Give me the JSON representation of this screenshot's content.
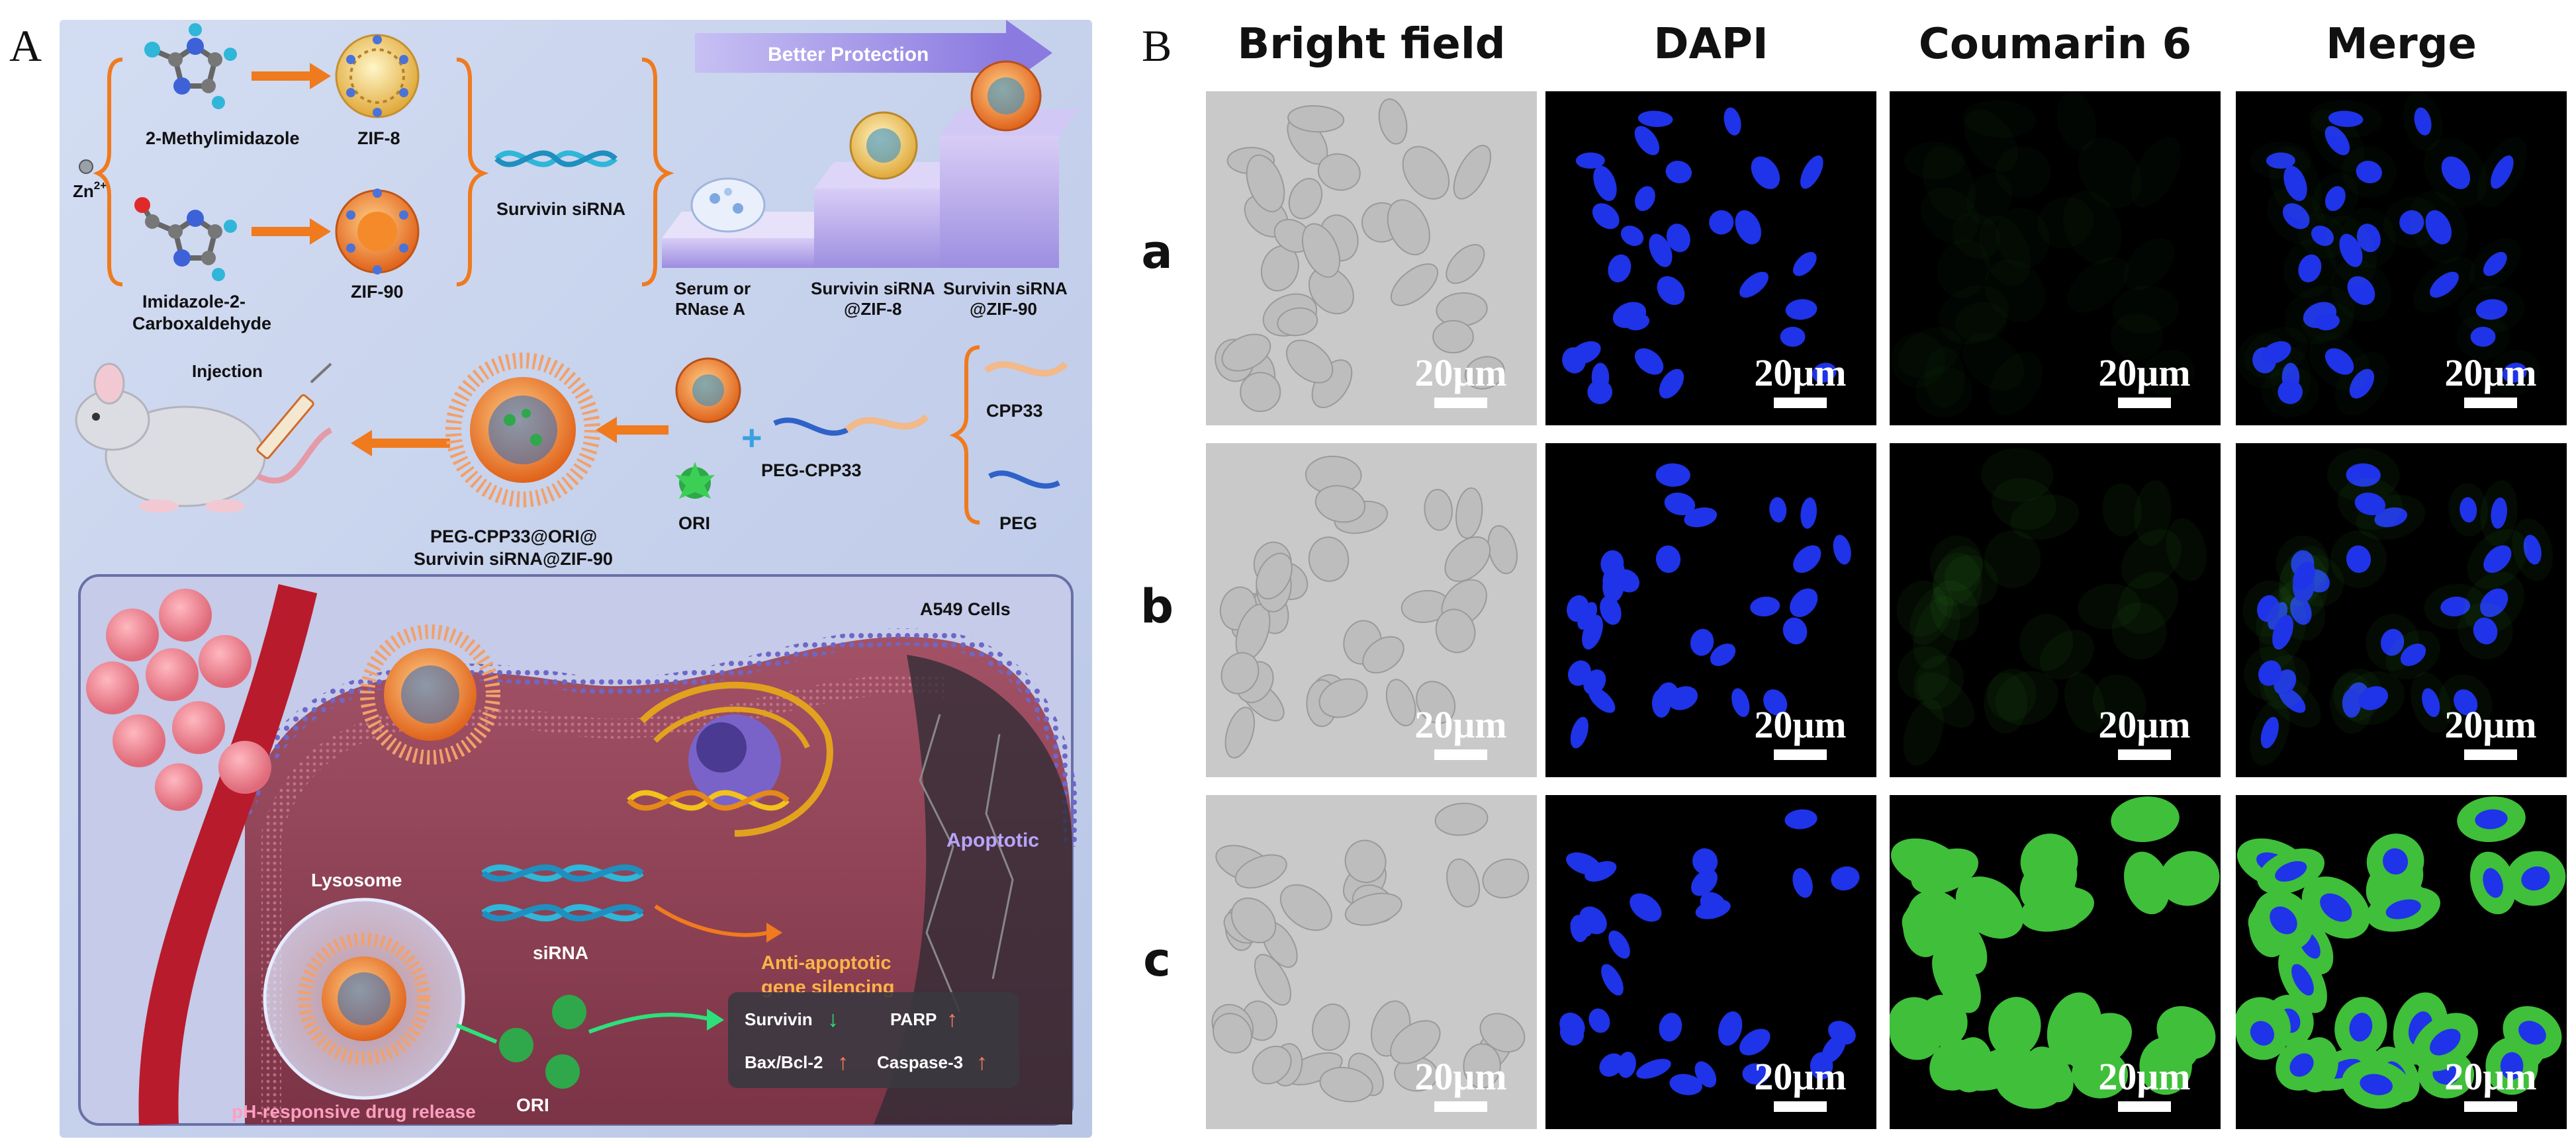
{
  "figure": {
    "panel_a_letter": "A",
    "panel_b_letter": "B",
    "scheme": {
      "zn": "Zn",
      "zn_sup": "2+",
      "ligand1": "2-Methylimidazole",
      "ligand2_line1": "Imidazole-2-",
      "ligand2_line2": "Carboxaldehyde",
      "zif8": "ZIF-8",
      "zif90": "ZIF-90",
      "sirna": "Survivin siRNA",
      "better_protection": "Better Protection",
      "serum_line1": "Serum or",
      "serum_line2": "RNase A",
      "sirna_zif8_line1": "Survivin siRNA",
      "sirna_zif8_line2": "@ZIF-8",
      "sirna_zif90_line1": "Survivin siRNA",
      "sirna_zif90_line2": "@ZIF-90",
      "injection": "Injection",
      "nano_line1": "PEG-CPP33@ORI@",
      "nano_line2": "Survivin siRNA@ZIF-90",
      "ori": "ORI",
      "peg_cpp33": "PEG-CPP33",
      "cpp33": "CPP33",
      "peg": "PEG",
      "a549": "A549 Cells",
      "apoptotic": "Apoptotic",
      "lysosome": "Lysosome",
      "sirna_short": "siRNA",
      "silencing_line1": "Anti-apoptotic",
      "silencing_line2": "gene silencing",
      "ph_release": "pH-responsive drug release",
      "ori_bottom": "ORI",
      "survivin": "Survivin",
      "parp": "PARP",
      "bax": "Bax/Bcl-2",
      "caspase": "Caspase-3"
    },
    "microscopy": {
      "columns": [
        "Bright field",
        "DAPI",
        "Coumarin 6",
        "Merge"
      ],
      "rows": [
        "a",
        "b",
        "c"
      ],
      "scale_bar": "20μm"
    },
    "colors": {
      "dapi": "#1f33e8",
      "coumarin": "#3fbf3a",
      "bright": "#c9c9c9",
      "scheme_bg": "#c8d4ee",
      "cell_bg": "#9a4a60",
      "arrow_orange": "#f07a1e",
      "protection_arrow": "#9d8fe6"
    }
  }
}
